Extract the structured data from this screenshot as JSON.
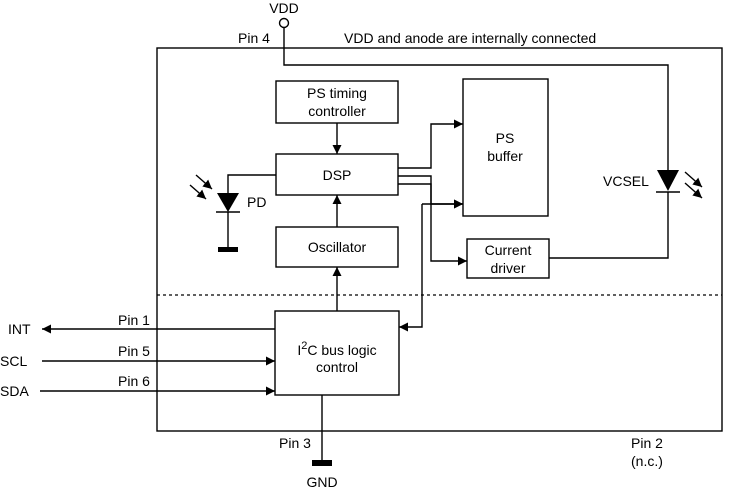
{
  "note": "VDD and anode are internally connected",
  "supply": {
    "vdd": "VDD",
    "gnd": "GND"
  },
  "pins": {
    "pin4": "Pin 4",
    "pin1": "Pin 1",
    "pin5": "Pin 5",
    "pin6": "Pin 6",
    "pin3": "Pin 3",
    "pin2": "Pin 2",
    "pin2_note": "(n.c.)"
  },
  "signals": {
    "int": "INT",
    "scl": "SCL",
    "sda": "SDA"
  },
  "blocks": {
    "ps_timing_1": "PS timing",
    "ps_timing_2": "controller",
    "dsp": "DSP",
    "ps_buffer_1": "PS",
    "ps_buffer_2": "buffer",
    "oscillator": "Oscillator",
    "current_driver_1": "Current",
    "current_driver_2": "driver",
    "i2c_prefix": "I",
    "i2c_sup": "2",
    "i2c_line1": "C bus logic",
    "i2c_line2": "control"
  },
  "components": {
    "pd": "PD",
    "vcsel": "VCSEL"
  }
}
